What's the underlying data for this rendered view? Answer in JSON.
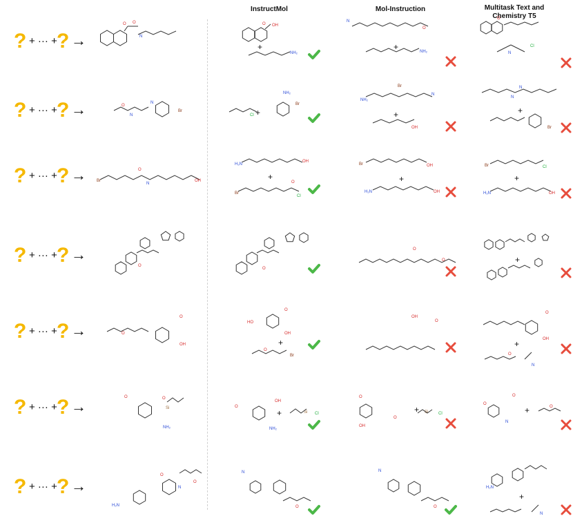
{
  "headers": {
    "instructmol": "InstructMol",
    "molinstruction": "Mol-Instruction",
    "multitask_line1": "Multitask Text and",
    "multitask_line2": "Chemistry T5"
  },
  "glyphs": {
    "question": "?",
    "plus_dots": "+ ··· +",
    "arrow": "→",
    "plus": "+"
  },
  "atom_labels": {
    "N": "N",
    "NH": "N",
    "NH2": "NH₂",
    "H2N": "H₂N",
    "O": "O",
    "OH": "OH",
    "HO": "HO",
    "Cl": "Cl",
    "Br": "Br",
    "Si": "Si",
    "H": "H"
  },
  "colors": {
    "question": "#f5b800",
    "check": "#4cb848",
    "cross": "#e74c3c"
  },
  "rows": [
    {
      "id": 1,
      "instructmol": "correct",
      "molinstruction": "wrong",
      "multitask": "wrong"
    },
    {
      "id": 2,
      "instructmol": "correct",
      "molinstruction": "wrong",
      "multitask": "wrong"
    },
    {
      "id": 3,
      "instructmol": "correct",
      "molinstruction": "wrong",
      "multitask": "wrong"
    },
    {
      "id": 4,
      "instructmol": "correct",
      "molinstruction": "wrong",
      "multitask": "wrong"
    },
    {
      "id": 5,
      "instructmol": "correct",
      "molinstruction": "wrong",
      "multitask": "wrong"
    },
    {
      "id": 6,
      "instructmol": "correct",
      "molinstruction": "wrong",
      "multitask": "wrong"
    },
    {
      "id": 7,
      "instructmol": "correct",
      "molinstruction": "correct",
      "multitask": "wrong"
    }
  ]
}
